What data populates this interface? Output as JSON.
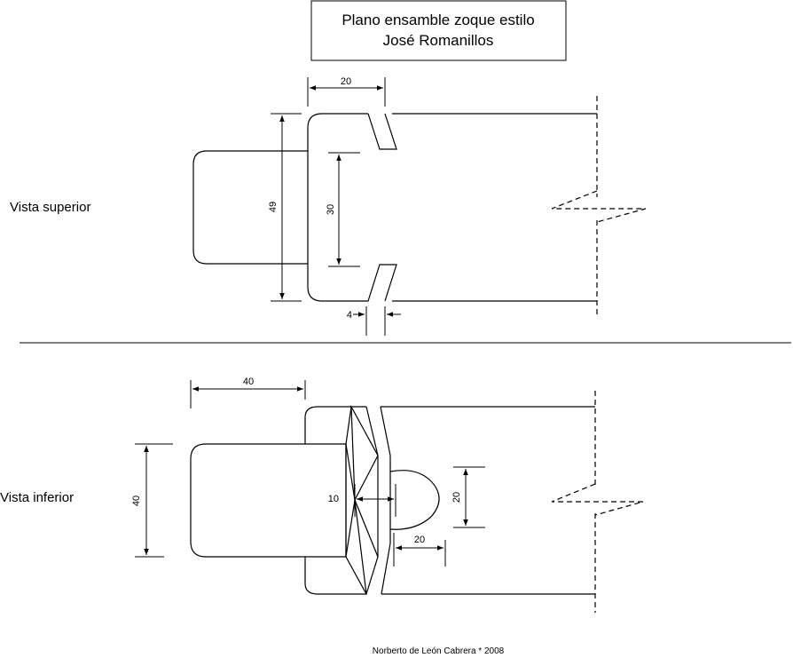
{
  "title": {
    "line1": "Plano ensamble zoque estilo",
    "line2": "José Romanillos"
  },
  "views": {
    "top": {
      "label": "Vista superior",
      "dims": {
        "top_width": "20",
        "overall_height": "49",
        "inner_height": "30",
        "gap": "4"
      }
    },
    "bottom": {
      "label": "Vista inferior",
      "dims": {
        "block_width": "40",
        "block_height": "40",
        "point": "10",
        "oval_height": "20",
        "oval_width": "20"
      }
    }
  },
  "credit": "Norberto de León Cabrera * 2008"
}
